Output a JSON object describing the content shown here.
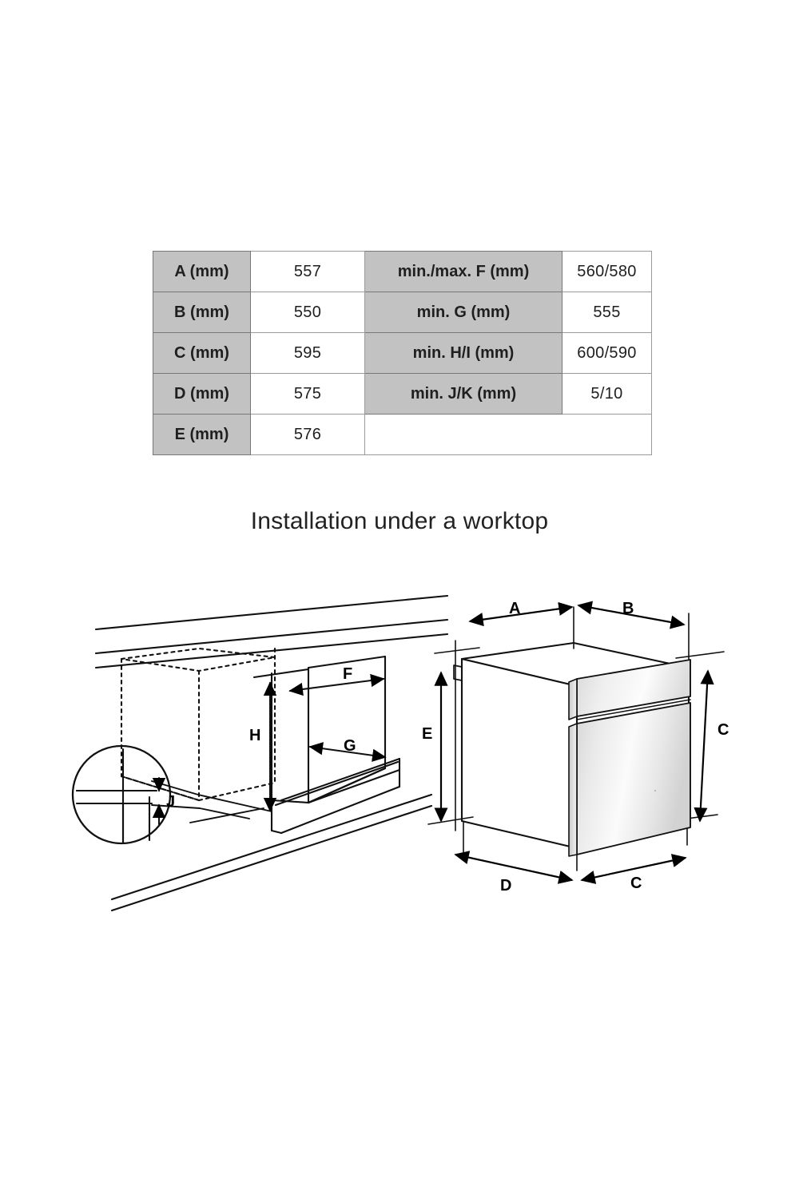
{
  "table": {
    "columns": [
      "label-left",
      "value-left",
      "label-right",
      "value-right"
    ],
    "rows": [
      {
        "label_left": "A (mm)",
        "value_left": "557",
        "label_right": "min./max. F (mm)",
        "value_right": "560/580"
      },
      {
        "label_left": "B (mm)",
        "value_left": "550",
        "label_right": "min. G (mm)",
        "value_right": "555"
      },
      {
        "label_left": "C (mm)",
        "value_left": "595",
        "label_right": "min. H/I (mm)",
        "value_right": "600/590"
      },
      {
        "label_left": "D (mm)",
        "value_left": "575",
        "label_right": "min. J/K (mm)",
        "value_right": "5/10"
      },
      {
        "label_left": "E (mm)",
        "value_left": "576",
        "label_right": "",
        "value_right": ""
      }
    ]
  },
  "section": {
    "title": "Installation under a worktop"
  },
  "diagrams": {
    "cabinet": {
      "name": "worktop-cutout-diagram",
      "labels": {
        "f": "F",
        "g": "G",
        "h": "H",
        "j": "J"
      }
    },
    "oven": {
      "name": "oven-outline-diagram",
      "labels": {
        "a": "A",
        "b": "B",
        "c_right": "C",
        "c_bottom": "C",
        "d": "D",
        "e": "E"
      }
    }
  },
  "colors": {
    "header_fill": "#c2c2c2",
    "grid_line": "#9b9b9b",
    "ink": "#000000",
    "page_bg": "#ffffff"
  }
}
